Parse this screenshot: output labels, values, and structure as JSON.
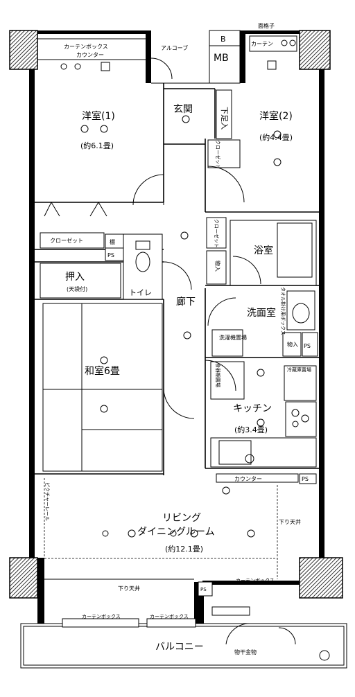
{
  "rooms": {
    "western1_name": "洋室(1)",
    "western1_area": "(約6.1畳)",
    "western2_name": "洋室(2)",
    "western2_area": "(約4.4畳)",
    "entrance": "玄関",
    "shoe_box": "下足入",
    "mb": "MB",
    "b_mark": "B",
    "alcove": "アルコーブ",
    "lattice": "面格子",
    "curtain_counter_left": "カーテンボックス",
    "counter_left": "カウンター",
    "curtain_right_top": "カーテン",
    "closet_w2": "クローゼット",
    "closet_w1": "クローゼット",
    "shelf": "棚",
    "ps": "PS",
    "bath": "浴室",
    "closet_small": "クローゼット",
    "storage_small": "物入",
    "oshiire": "押入",
    "oshiire_sub": "(天袋付)",
    "toilet": "トイレ",
    "corridor": "廊下",
    "washroom": "洗面室",
    "towel_label": "タオル掛け用ボックス",
    "washer": "洗濯機置場",
    "storage_wash": "物入",
    "ps2": "PS",
    "japanese": "和室6畳",
    "pantry": "食器棚置場",
    "fridge": "冷蔵庫置場",
    "kitchen": "キッチン",
    "kitchen_area": "(約3.4畳)",
    "counter_kitchen": "カウンター",
    "ps3": "PS",
    "living1": "リビング",
    "living2": "ダイニングルーム",
    "living_area": "(約12.1畳)",
    "drop_ceiling_right": "下り天井",
    "curtain_rail": "ピクチャーレール",
    "curtain_box_living": "カーテンボックス",
    "drop_ceiling_bottom": "下り天井",
    "ps4": "PS",
    "curtain_box_b1": "カーテンボックス",
    "curtain_box_b2": "カーテンボックス",
    "balcony": "バルコニー",
    "drying_hardware": "物干金物"
  }
}
